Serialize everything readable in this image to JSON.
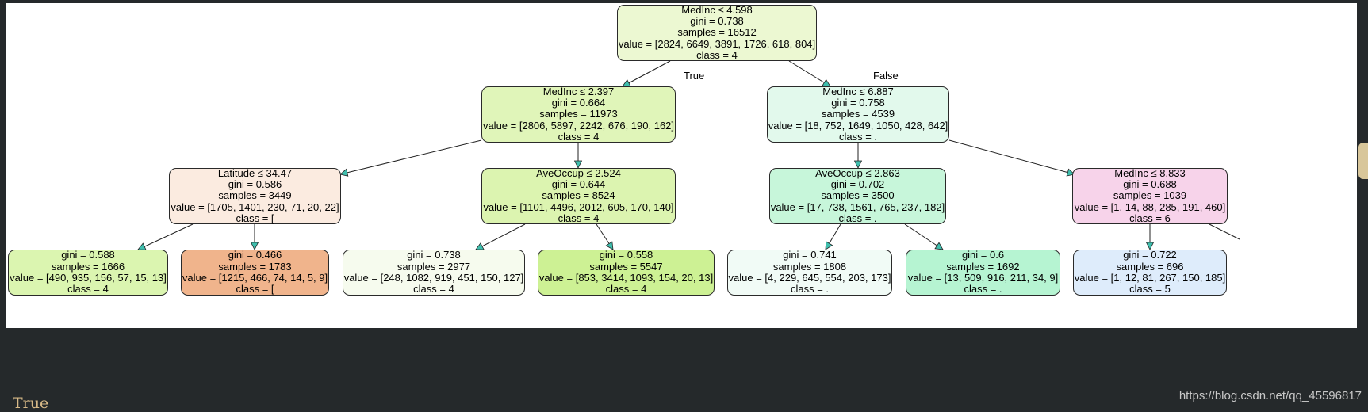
{
  "tree": {
    "nodes": [
      {
        "id": "root",
        "lines": [
          "MedInc ≤ 4.598",
          "gini = 0.738",
          "samples = 16512",
          "value = [2824, 6649, 3891, 1726, 618, 804]",
          "class = 4"
        ],
        "fill": "#ecf8d2"
      },
      {
        "id": "n1",
        "lines": [
          "MedInc ≤ 2.397",
          "gini = 0.664",
          "samples = 11973",
          "value = [2806, 5897, 2242, 676, 190, 162]",
          "class = 4"
        ],
        "fill": "#e0f5b9"
      },
      {
        "id": "n2",
        "lines": [
          "MedInc ≤ 6.887",
          "gini = 0.758",
          "samples = 4539",
          "value = [18, 752, 1649, 1050, 428, 642]",
          "class = ."
        ],
        "fill": "#e2f9ec"
      },
      {
        "id": "n3",
        "lines": [
          "Latitude ≤ 34.47",
          "gini = 0.586",
          "samples = 3449",
          "value = [1705, 1401, 230, 71, 20, 22]",
          "class = ["
        ],
        "fill": "#fbebe0"
      },
      {
        "id": "n4",
        "lines": [
          "AveOccup ≤ 2.524",
          "gini = 0.644",
          "samples = 8524",
          "value = [1101, 4496, 2012, 605, 170, 140]",
          "class = 4"
        ],
        "fill": "#dcf4b0"
      },
      {
        "id": "n5",
        "lines": [
          "AveOccup ≤ 2.863",
          "gini = 0.702",
          "samples = 3500",
          "value = [17, 738, 1561, 765, 237, 182]",
          "class = ."
        ],
        "fill": "#c7f6da"
      },
      {
        "id": "n6",
        "lines": [
          "MedInc ≤ 8.833",
          "gini = 0.688",
          "samples = 1039",
          "value = [1, 14, 88, 285, 191, 460]",
          "class = 6"
        ],
        "fill": "#f7d3ea"
      },
      {
        "id": "n7",
        "lines": [
          "gini = 0.588",
          "samples = 1666",
          "value = [490, 935, 156, 57, 15, 13]",
          "class = 4"
        ],
        "fill": "#dbf5b0"
      },
      {
        "id": "n8",
        "lines": [
          "gini = 0.466",
          "samples = 1783",
          "value = [1215, 466, 74, 14, 5, 9]",
          "class = ["
        ],
        "fill": "#f0b48c"
      },
      {
        "id": "n9",
        "lines": [
          "gini = 0.738",
          "samples = 2977",
          "value = [248, 1082, 919, 451, 150, 127]",
          "class = 4"
        ],
        "fill": "#f6fbee"
      },
      {
        "id": "n10",
        "lines": [
          "gini = 0.558",
          "samples = 5547",
          "value = [853, 3414, 1093, 154, 20, 13]",
          "class = 4"
        ],
        "fill": "#cdf194"
      },
      {
        "id": "n11",
        "lines": [
          "gini = 0.741",
          "samples = 1808",
          "value = [4, 229, 645, 554, 203, 173]",
          "class = ."
        ],
        "fill": "#f1fbf6"
      },
      {
        "id": "n12",
        "lines": [
          "gini = 0.6",
          "samples = 1692",
          "value = [13, 509, 916, 211, 34, 9]",
          "class = ."
        ],
        "fill": "#b6f4d2"
      },
      {
        "id": "n13",
        "lines": [
          "gini = 0.722",
          "samples = 696",
          "value = [1, 12, 81, 267, 150, 185]",
          "class = 5"
        ],
        "fill": "#deecfb"
      }
    ],
    "edges": [
      {
        "from": "root",
        "to": "n1"
      },
      {
        "from": "root",
        "to": "n2"
      },
      {
        "from": "n1",
        "to": "n3"
      },
      {
        "from": "n1",
        "to": "n4"
      },
      {
        "from": "n2",
        "to": "n5"
      },
      {
        "from": "n2",
        "to": "n6"
      },
      {
        "from": "n3",
        "to": "n7"
      },
      {
        "from": "n3",
        "to": "n8"
      },
      {
        "from": "n4",
        "to": "n9"
      },
      {
        "from": "n4",
        "to": "n10"
      },
      {
        "from": "n5",
        "to": "n11"
      },
      {
        "from": "n5",
        "to": "n12"
      },
      {
        "from": "n6",
        "to": "n13"
      },
      {
        "from": "n6",
        "to": "offscreen"
      }
    ],
    "true_label": "True",
    "false_label": "False"
  },
  "output_text": "True",
  "watermark": "https://blog.csdn.net/qq_45596817",
  "colors": {
    "background": "#25292b",
    "panel": "#ffffff",
    "arrowhead": "#3fbfae",
    "output_text": "#d7b987"
  }
}
